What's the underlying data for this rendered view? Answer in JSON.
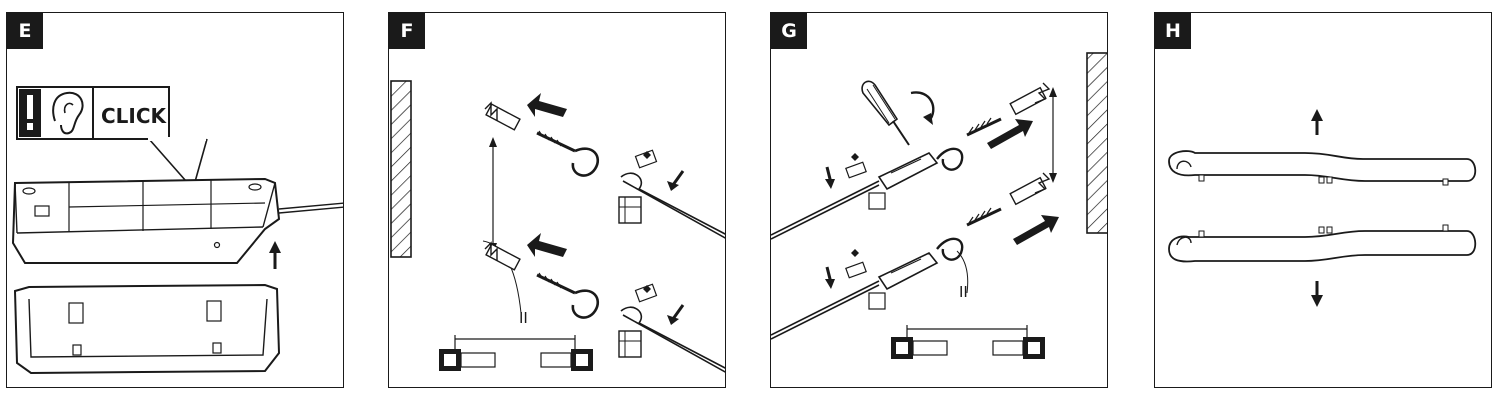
{
  "panels": [
    {
      "label": "E",
      "callout": "CLICK",
      "caption": ""
    },
    {
      "label": "F",
      "caption": ""
    },
    {
      "label": "G",
      "caption": ""
    },
    {
      "label": "H",
      "caption": ""
    }
  ],
  "parallel_symbol": "II",
  "colors": {
    "line": "#1a1a1a",
    "fill": "#ffffff",
    "hatch": "#1a1a1a"
  }
}
